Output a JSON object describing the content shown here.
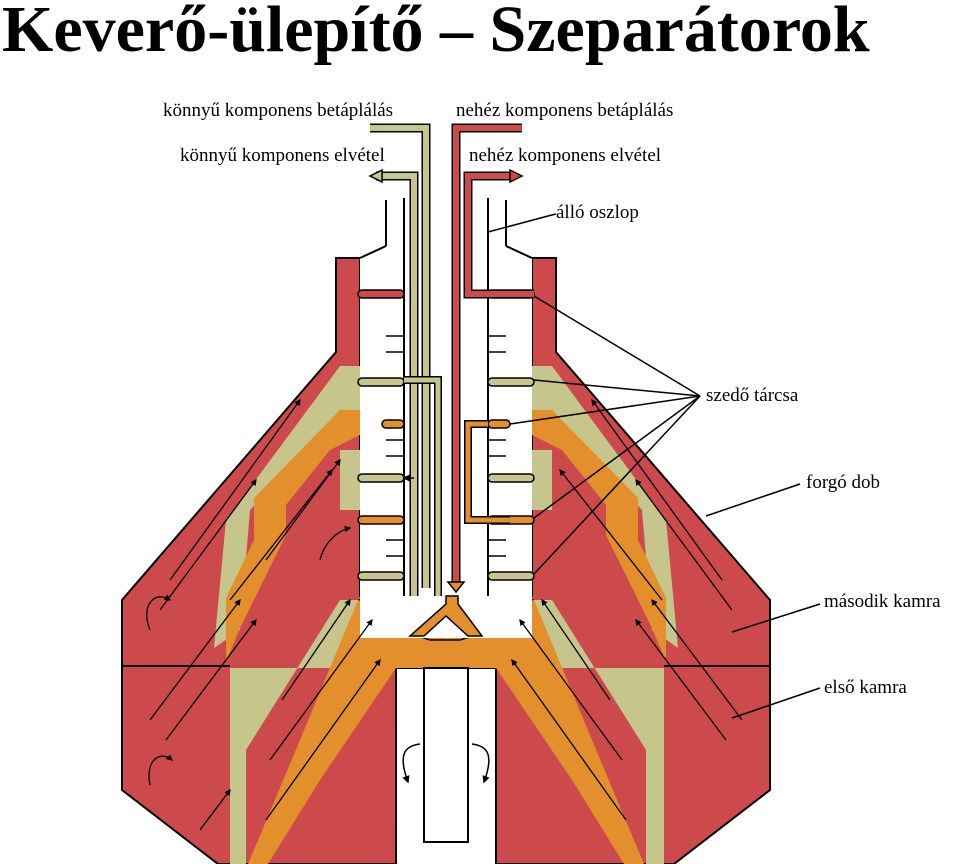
{
  "title": "Keverő-ülepítő – Szeparátorok",
  "colors": {
    "red": "#cd4a4c",
    "orange": "#e38f2b",
    "olive": "#c5c58c",
    "white": "#ffffff",
    "outline": "#000000"
  },
  "labels": {
    "light_feed": "könnyű komponens betáplálás",
    "heavy_feed": "nehéz komponens betáplálás",
    "light_out": "könnyű komponens elvétel",
    "heavy_out": "nehéz komponens elvétel",
    "column": "álló oszlop",
    "discs": "szedő tárcsa",
    "drum": "forgó dob",
    "second_chamber": "második kamra",
    "first_chamber": "első kamra"
  }
}
